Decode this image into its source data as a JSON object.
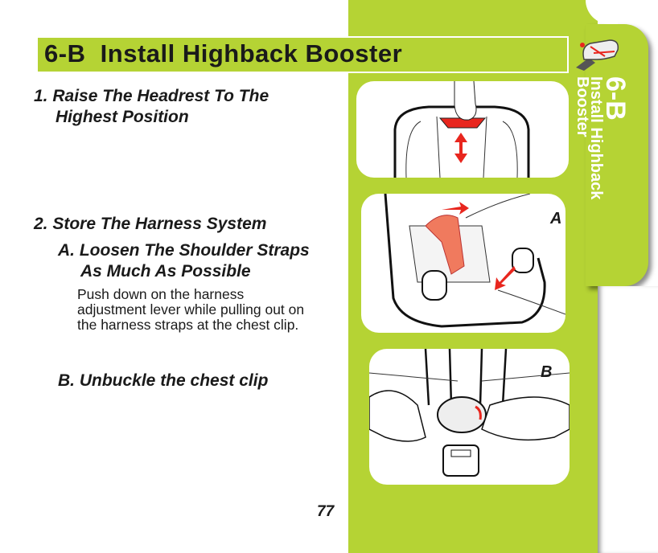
{
  "header": {
    "title": "6-B  Install Highback Booster"
  },
  "side_tab": {
    "code": "6-B",
    "title_line1": "Install Highback",
    "title_line2": "Booster"
  },
  "steps": [
    {
      "line1": "1. Raise The Headrest To The",
      "line2": "Highest Position"
    },
    {
      "line1": "2. Store The Harness System",
      "substeps": [
        {
          "line1": "A. Loosen The Shoulder Straps",
          "line2": "As Much As Possible",
          "body": [
            "Push down on the harness",
            "adjustment lever while pulling out on",
            "the harness straps at the chest clip."
          ]
        },
        {
          "line1": "B. Unbuckle the chest clip"
        }
      ]
    }
  ],
  "figures": {
    "a_label": "A",
    "b_label": "B"
  },
  "page_number": "77",
  "colors": {
    "accent": "#b5d334",
    "arrow": "#e8261e",
    "strap": "#f07a5e"
  }
}
